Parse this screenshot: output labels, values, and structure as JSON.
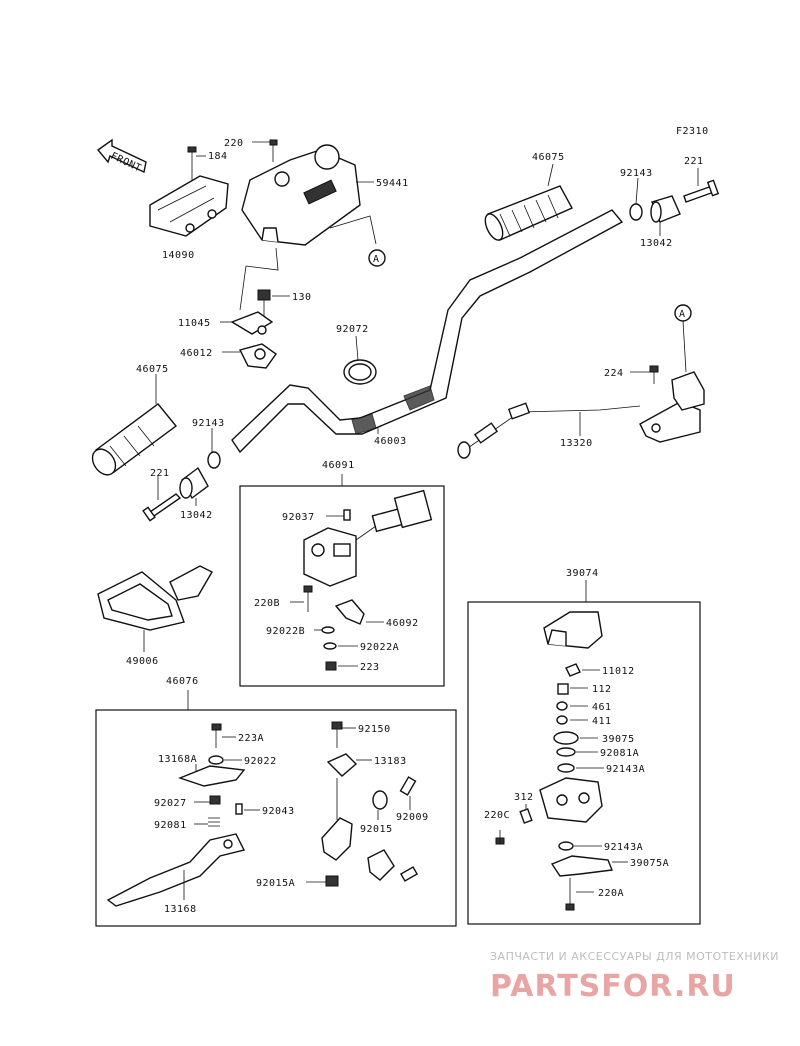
{
  "figure_code": "F2310",
  "front_arrow_label": "FRONT",
  "callout_letter": "A",
  "parts": {
    "p220_top": "220",
    "p184": "184",
    "p59441": "59441",
    "p14090": "14090",
    "p46075_right": "46075",
    "p92143_right": "92143",
    "p221_right": "221",
    "p13042_right": "13042",
    "p130": "130",
    "p11045": "11045",
    "p46012": "46012",
    "p92072": "92072",
    "p46075_left": "46075",
    "p92143_left": "92143",
    "p221_left": "221",
    "p13042_left": "13042",
    "p46003": "46003",
    "p224": "224",
    "p13320": "13320",
    "p46091": "46091",
    "p92037": "92037",
    "p220B": "220B",
    "p46092": "46092",
    "p92022B": "92022B",
    "p92022A": "92022A",
    "p223": "223",
    "p49006": "49006",
    "p39074": "39074",
    "p11012": "11012",
    "p112": "112",
    "p461": "461",
    "p411": "411",
    "p39075": "39075",
    "p92081A": "92081A",
    "p92143A_1": "92143A",
    "p312": "312",
    "p220C": "220C",
    "p92143A_2": "92143A",
    "p39075A": "39075A",
    "p220A": "220A",
    "p46076": "46076",
    "p223A": "223A",
    "p13168A": "13168A",
    "p92022": "92022",
    "p92027": "92027",
    "p92043": "92043",
    "p92081": "92081",
    "p13168": "13168",
    "p92150": "92150",
    "p13183": "13183",
    "p92009": "92009",
    "p92015": "92015",
    "p92015A": "92015A"
  },
  "watermark": {
    "line1": "ЗАПЧАСТИ И АКСЕССУАРЫ ДЛЯ МОТОТЕХНИКИ",
    "line2": "PARTSFOR.RU"
  }
}
